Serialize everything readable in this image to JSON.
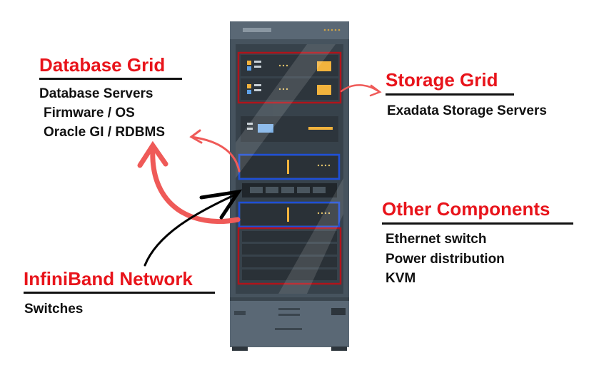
{
  "database_grid": {
    "title": "Database Grid",
    "items": [
      "Database Servers",
      "Firmware / OS",
      "Oracle GI / RDBMS"
    ]
  },
  "storage_grid": {
    "title": "Storage Grid",
    "items": [
      "Exadata Storage Servers"
    ]
  },
  "other_components": {
    "title": "Other Components",
    "items": [
      "Ethernet switch",
      "Power distribution",
      "KVM"
    ]
  },
  "infiniband_network": {
    "title": "InfiniBand Network",
    "items": [
      "Switches"
    ]
  },
  "colors": {
    "heading_red": "#e8141b",
    "rack_body": "#4b5a66",
    "highlight_red": "#b0141b",
    "highlight_blue": "#1e4fd8",
    "arrow_red": "#ef5a58"
  }
}
